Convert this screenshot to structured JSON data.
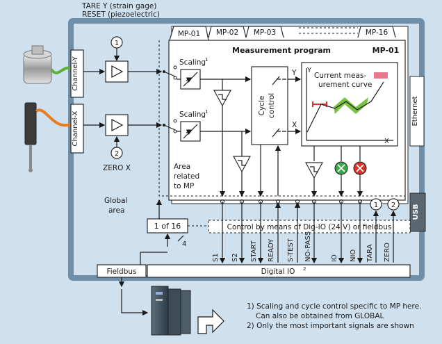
{
  "labels": {
    "tare_reset_line1": "TARE Y (strain gage)",
    "tare_reset_line2": "RESET (piezoelectric)",
    "zero_x": "ZERO X",
    "channel_y": "Channel-Y",
    "channel_x": "Channel-X",
    "global_area_line1": "Global",
    "global_area_line2": "area",
    "area_related_line1": "Area",
    "area_related_line2": "related",
    "area_related_line3": "to MP",
    "measurement_program": "Measurement program",
    "mp_current": "MP-01",
    "scaling": "Scaling",
    "scaling_sup": "1",
    "cycle_control_line1": "Cycle",
    "cycle_control_line2": "control",
    "curve_line1": "Current meas-",
    "curve_line2": "urement curve",
    "axis_y": "Y",
    "axis_x": "X",
    "out_y": "Y",
    "out_x": "X",
    "one_of_16": "1 of 16",
    "four": "4",
    "control_line": "Control by means of Dig-IO (24 V) or fieldbus",
    "fieldbus": "Fieldbus",
    "digital_io": "Digital IO",
    "digital_io_sup": "2",
    "ethernet": "Ethernet",
    "usb": "USB",
    "circle_1": "1",
    "circle_2": "2"
  },
  "tabs": [
    "MP-01",
    "MP-02",
    "MP-03",
    "MP-16"
  ],
  "signals": [
    "S1",
    "S2",
    "START",
    "READY",
    "S-TEST",
    "NO-PASS",
    "IO",
    "NIO",
    "TARA",
    "ZERO"
  ],
  "footnotes": [
    "1)  Scaling and cycle control specific to MP here.",
    "Can also be obtained from GLOBAL",
    "2)  Only the most important signals are shown"
  ],
  "colors": {
    "background": "#cfe0ee",
    "outer_frame": "#6f8fa8",
    "usb_box": "#5a6670",
    "io_ok": "#3aa84a",
    "nio": "#d9342b",
    "curve_green": "#7ac142",
    "marker_pink": "#e8788c",
    "tolerance_red": "#d9342b",
    "sensor_cable_green": "#5fae3a",
    "sensor_cable_orange": "#e87d1e"
  }
}
